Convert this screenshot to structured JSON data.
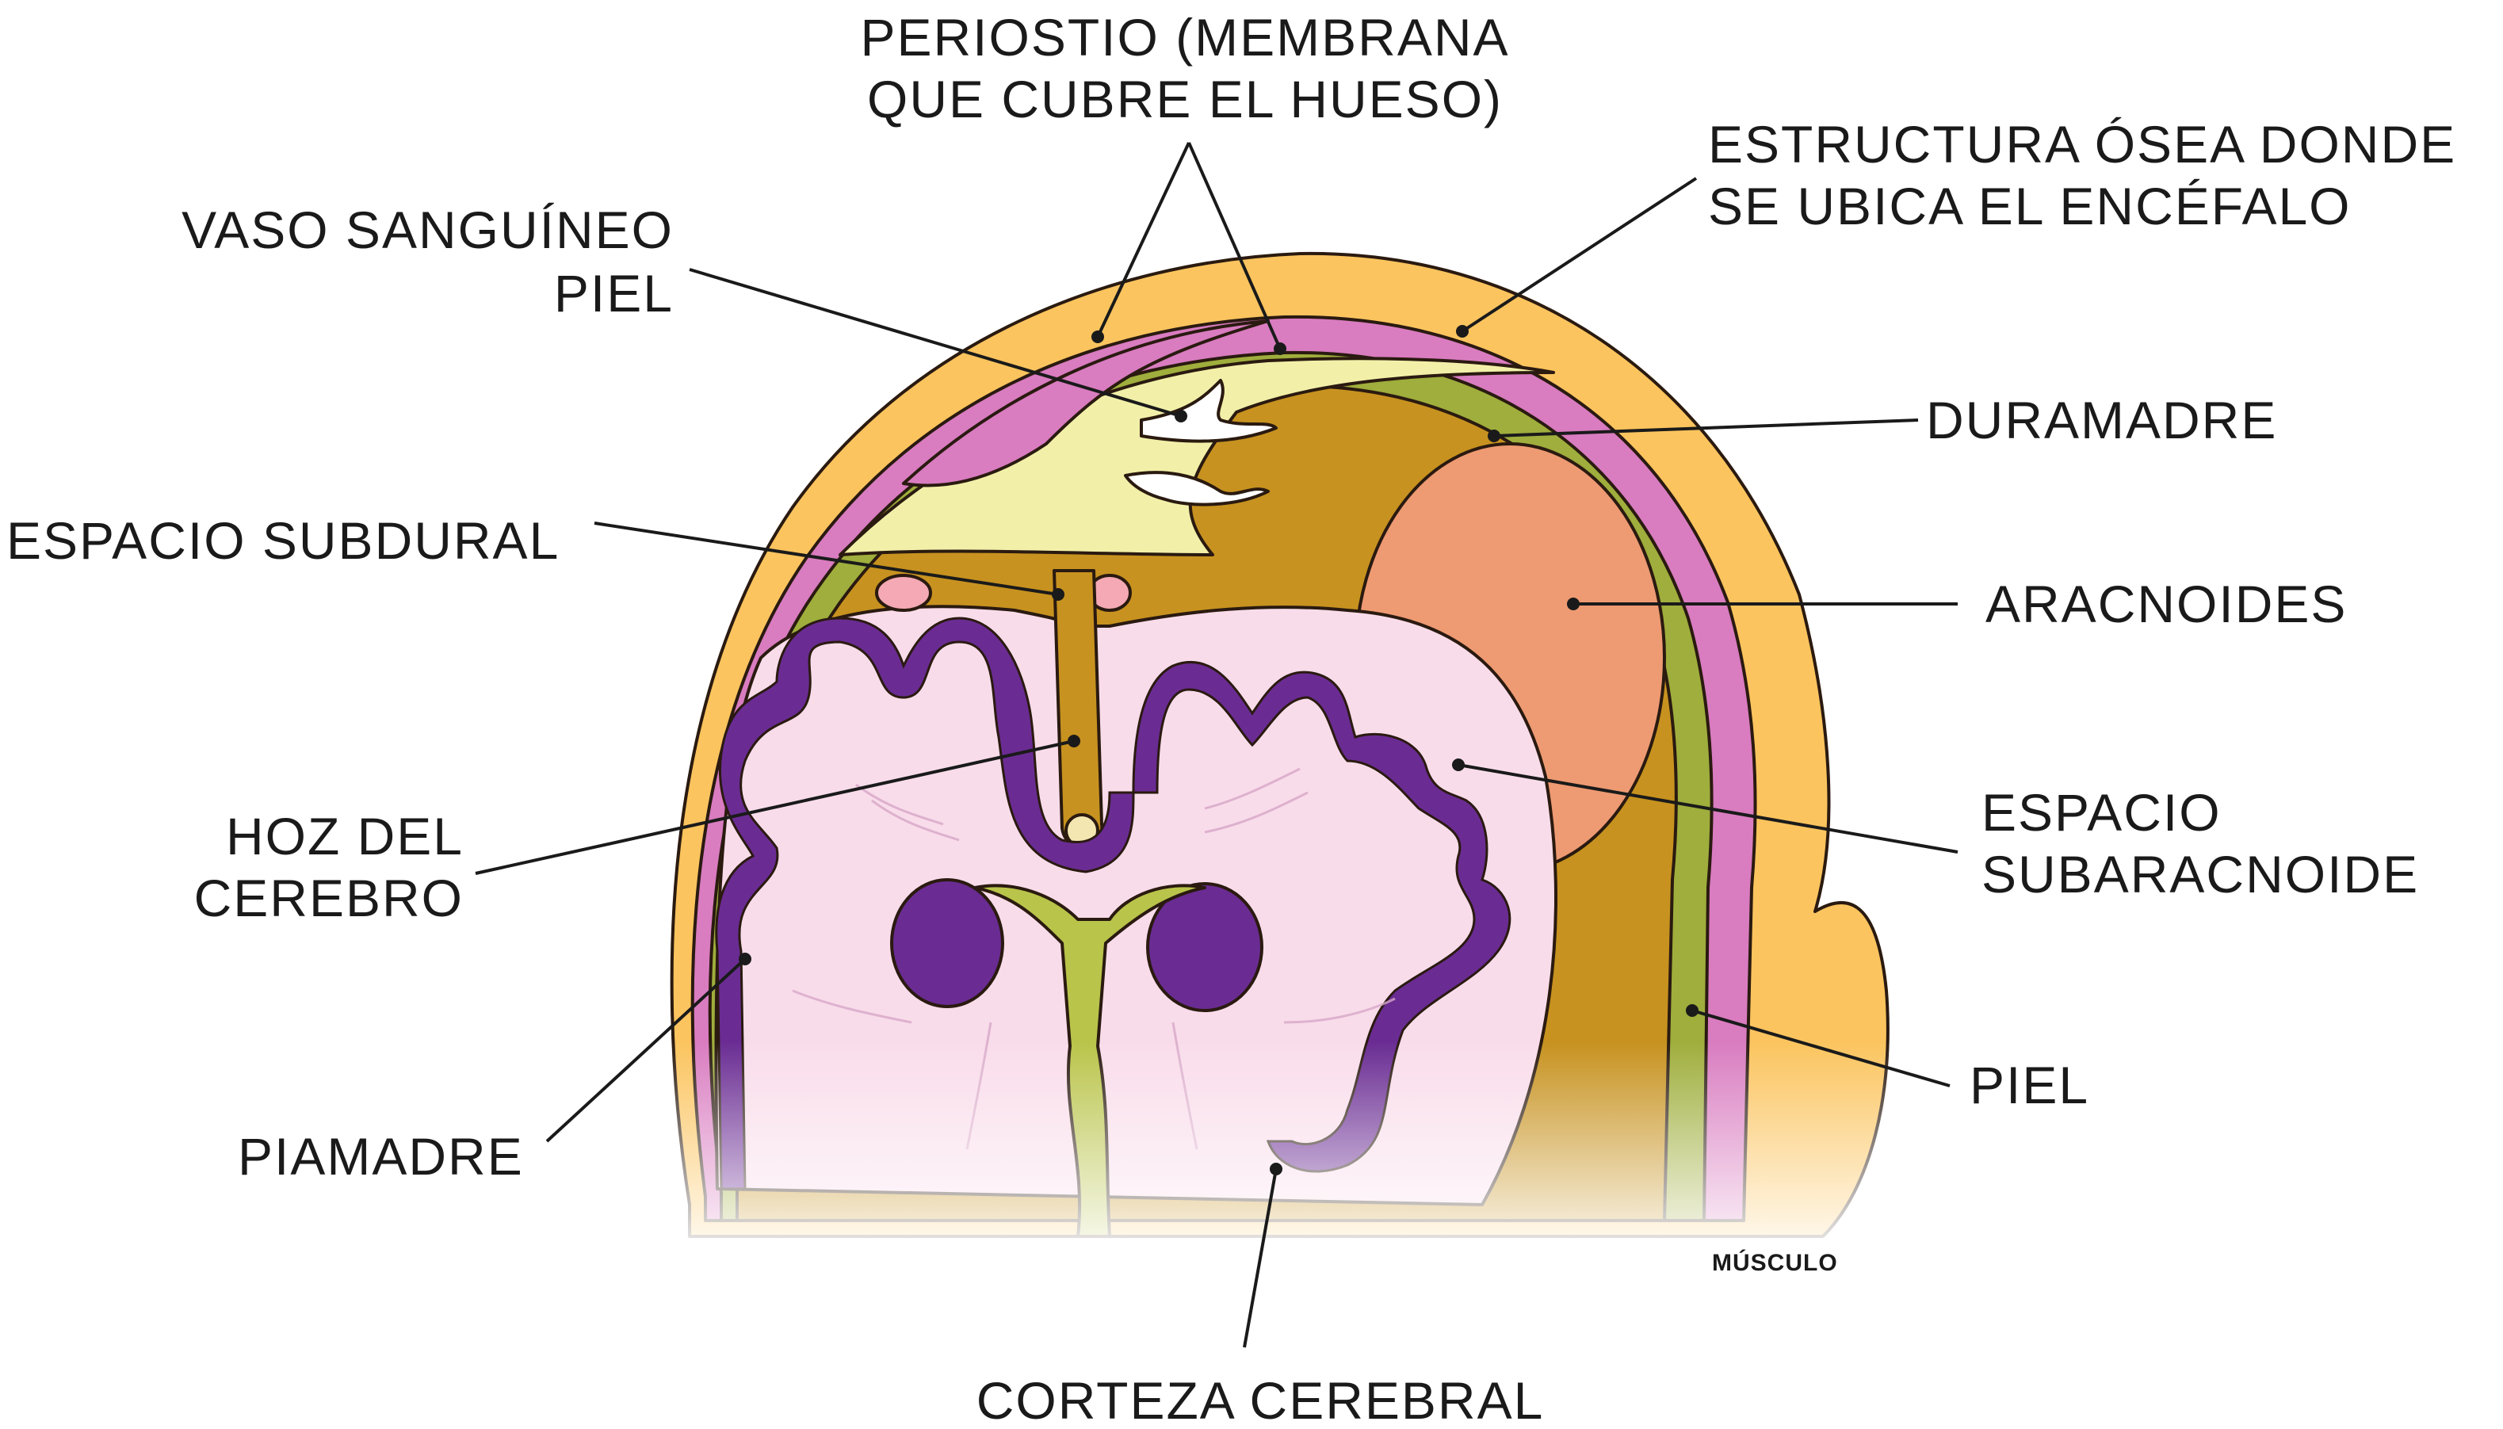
{
  "labels": {
    "periostio_l1": "PERIOSTIO (MEMBRANA",
    "periostio_l2": "QUE CUBRE EL HUESO)",
    "estructura_l1": "ESTRUCTURA ÓSEA DONDE",
    "estructura_l2": "SE UBICA EL ENCÉFALO",
    "vaso": "VASO SANGUÍNEO",
    "piel_top": "PIEL",
    "duramadre": "DURAMADRE",
    "espacio_subdural": "ESPACIO SUBDURAL",
    "aracnoides": "ARACNOIDES",
    "hoz_l1": "HOZ DEL",
    "hoz_l2": "CEREBRO",
    "espacio_sub_l1": "ESPACIO",
    "espacio_sub_l2": "SUBARACNOIDE",
    "piel_right": "PIEL",
    "piamadre": "PIAMADRE",
    "musculo": "MÚSCULO",
    "corteza": "CORTEZA CEREBRAL"
  },
  "colors": {
    "skin": "#fbc45e",
    "bone": "#d97cc0",
    "periosteum": "#f2f0a8",
    "dura": "#c7921f",
    "arachnoid": "#ee9a72",
    "green_layer": "#9fae3c",
    "brain": "#f9dcea",
    "cortex": "#6a2c93",
    "ventricle": "#b9c44a",
    "blood_vessel_spot": "#f4a9b4"
  }
}
